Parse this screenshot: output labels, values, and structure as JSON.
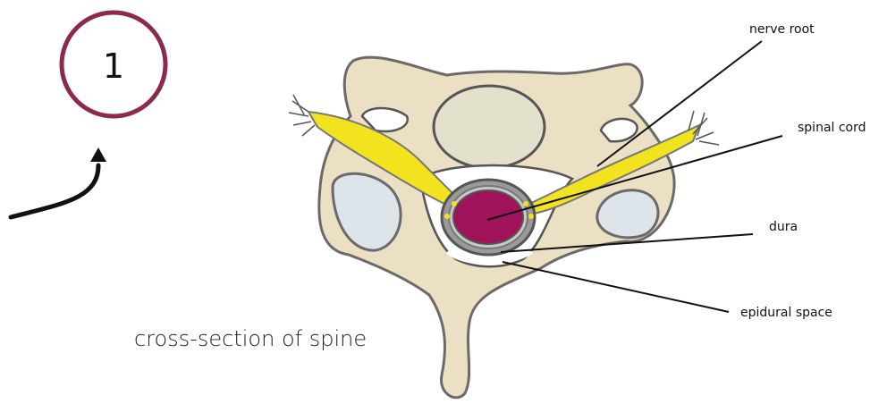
{
  "step_badge": {
    "number": "1",
    "ring_color": "#8b2a4f"
  },
  "caption": "cross-section of spine",
  "labels": {
    "nerve_root": "nerve root",
    "spinal_cord": "spinal cord",
    "dura": "dura",
    "epidural_space": "epidural space"
  },
  "colors": {
    "bone": "#ebe0c3",
    "bone_outline": "#6a6a6a",
    "disc": "#e3e0cb",
    "facet_joint": "#dde4ea",
    "nerve": "#f1e41f",
    "spinal_cord": "#a0135a",
    "dura": "#9a9a9a",
    "leader_line": "#111111"
  },
  "icons": {
    "arrow": "curved-arrow-up-icon"
  }
}
